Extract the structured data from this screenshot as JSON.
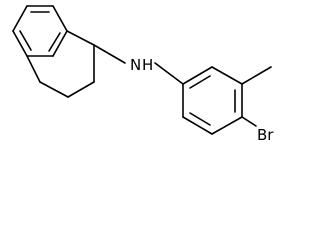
{
  "molecule": {
    "atoms": {
      "amine": "N",
      "amine_hydrogen": "H",
      "bromine": "Br"
    }
  },
  "colors": {
    "bond": "#000000",
    "label": "#000000",
    "background": "#ffffff"
  }
}
